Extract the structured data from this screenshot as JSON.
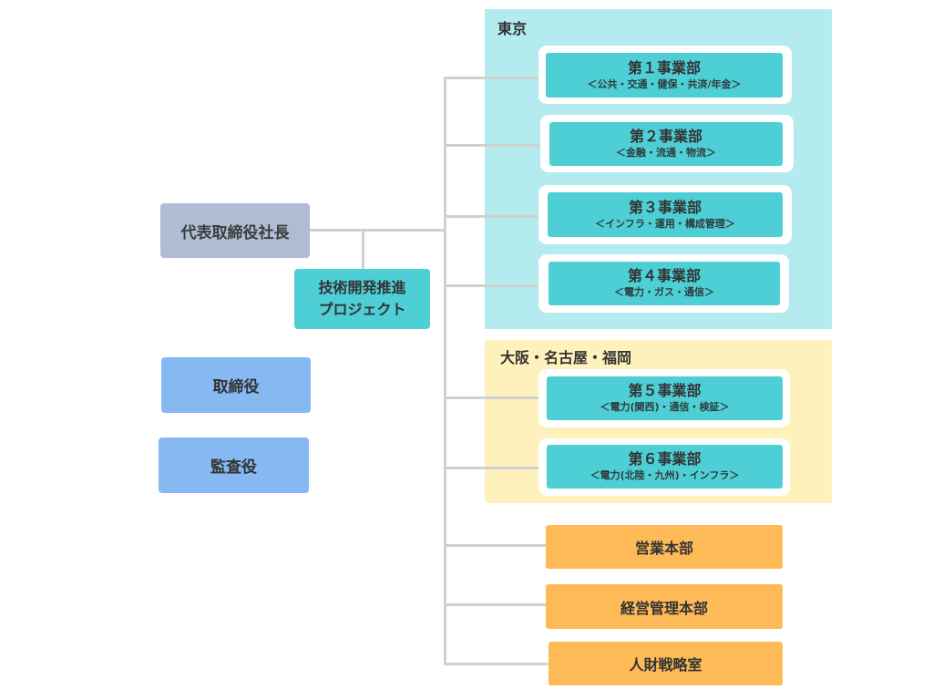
{
  "colors": {
    "tokyo_region": "#b3ebef",
    "osaka_region": "#fff1bc",
    "department": "#4ecfd6",
    "executive": "#aebdd3",
    "board": "#86b8f2",
    "headquarters": "#fdba57",
    "connector": "#d0d0d0"
  },
  "executive": {
    "title": "代表取締役社長"
  },
  "project": {
    "line1": "技術開発推進",
    "line2": "プロジェクト"
  },
  "board": {
    "directors": "取締役",
    "auditors": "監査役"
  },
  "regions": {
    "tokyo": {
      "label": "東京"
    },
    "osaka": {
      "label": "大阪・名古屋・福岡"
    }
  },
  "departments": [
    {
      "name": "第１事業部",
      "sub": "＜公共・交通・健保・共済/年金＞"
    },
    {
      "name": "第２事業部",
      "sub": "＜金融・流通・物流＞"
    },
    {
      "name": "第３事業部",
      "sub": "＜インフラ・運用・構成管理＞"
    },
    {
      "name": "第４事業部",
      "sub": "＜電力・ガス・通信＞"
    },
    {
      "name": "第５事業部",
      "sub": "＜電力(関西)・通信・検証＞"
    },
    {
      "name": "第６事業部",
      "sub": "＜電力(北陸・九州)・インフラ＞"
    }
  ],
  "headquarters": [
    {
      "name": "営業本部"
    },
    {
      "name": "経営管理本部"
    },
    {
      "name": "人財戦略室"
    }
  ]
}
